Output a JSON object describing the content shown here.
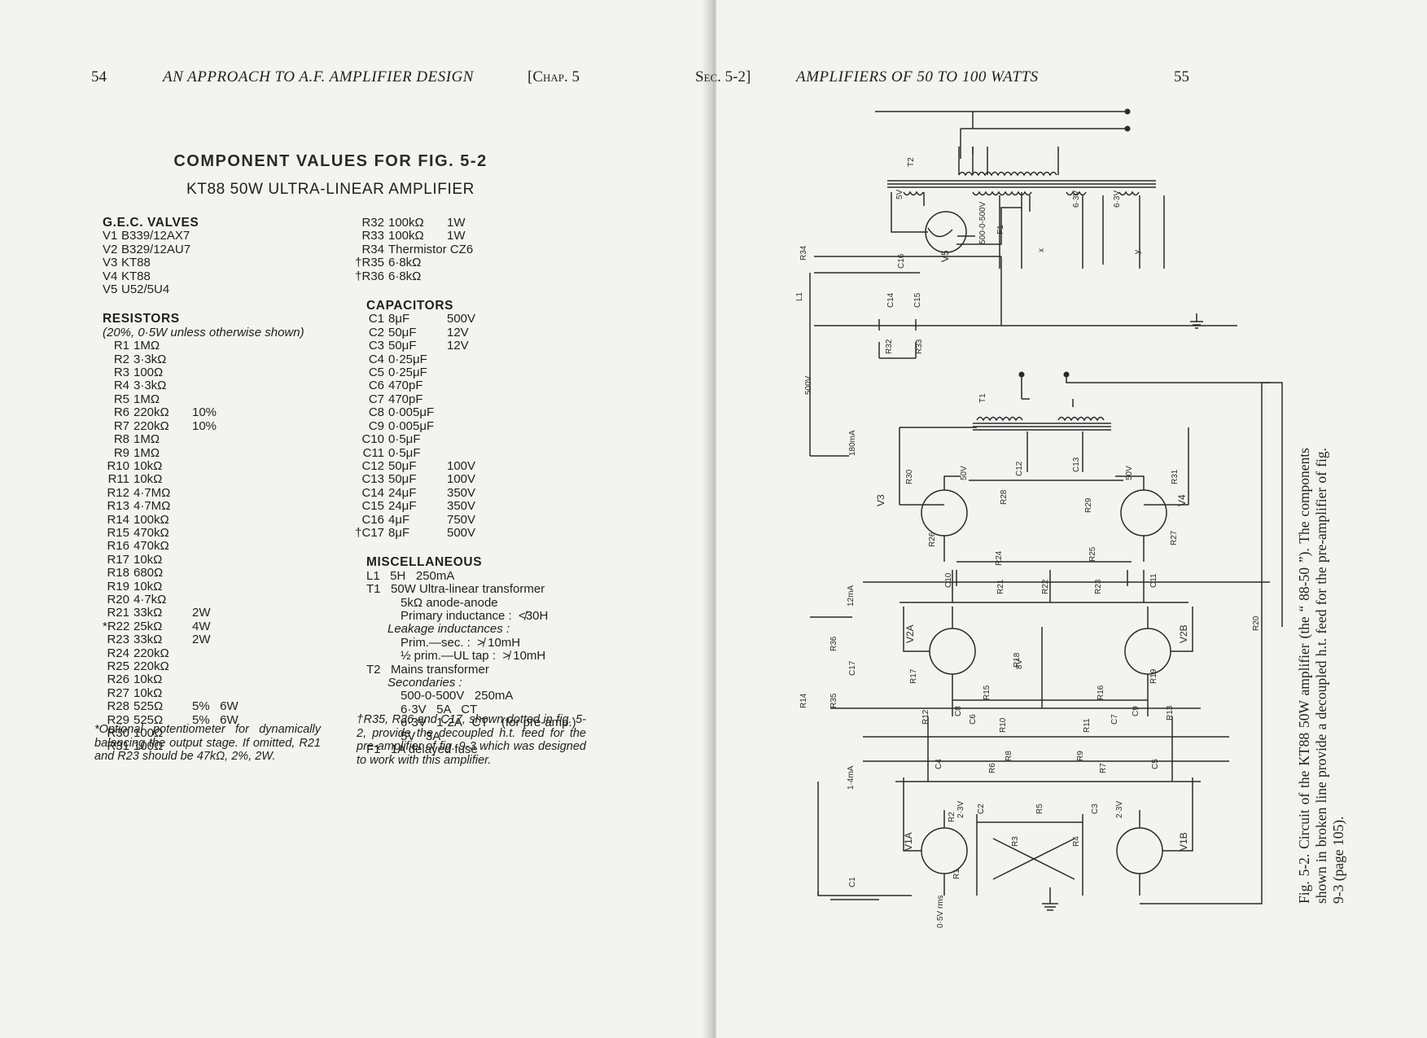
{
  "left_page": {
    "page_number": "54",
    "running_title": "AN APPROACH TO A.F. AMPLIFIER DESIGN",
    "chapter": "[Chap. 5",
    "title": "COMPONENT VALUES FOR FIG. 5-2",
    "subtitle": "KT88 50W ULTRA-LINEAR AMPLIFIER",
    "valves": {
      "heading": "G.E.C. VALVES",
      "items": [
        {
          "ref": "V1",
          "value": "B339/12AX7"
        },
        {
          "ref": "V2",
          "value": "B329/12AU7"
        },
        {
          "ref": "V3",
          "value": "KT88"
        },
        {
          "ref": "V4",
          "value": "KT88"
        },
        {
          "ref": "V5",
          "value": "U52/5U4"
        }
      ]
    },
    "resistors": {
      "heading": "RESISTORS",
      "note": "(20%, 0·5W unless otherwise shown)",
      "items": [
        {
          "ref": "R1",
          "value": "1MΩ",
          "tol": ""
        },
        {
          "ref": "R2",
          "value": "3·3kΩ",
          "tol": ""
        },
        {
          "ref": "R3",
          "value": "100Ω",
          "tol": ""
        },
        {
          "ref": "R4",
          "value": "3·3kΩ",
          "tol": ""
        },
        {
          "ref": "R5",
          "value": "1MΩ",
          "tol": ""
        },
        {
          "ref": "R6",
          "value": "220kΩ",
          "tol": "10%"
        },
        {
          "ref": "R7",
          "value": "220kΩ",
          "tol": "10%"
        },
        {
          "ref": "R8",
          "value": "1MΩ",
          "tol": ""
        },
        {
          "ref": "R9",
          "value": "1MΩ",
          "tol": ""
        },
        {
          "ref": "R10",
          "value": "10kΩ",
          "tol": ""
        },
        {
          "ref": "R11",
          "value": "10kΩ",
          "tol": ""
        },
        {
          "ref": "R12",
          "value": "4·7MΩ",
          "tol": ""
        },
        {
          "ref": "R13",
          "value": "4·7MΩ",
          "tol": ""
        },
        {
          "ref": "R14",
          "value": "100kΩ",
          "tol": ""
        },
        {
          "ref": "R15",
          "value": "470kΩ",
          "tol": ""
        },
        {
          "ref": "R16",
          "value": "470kΩ",
          "tol": ""
        },
        {
          "ref": "R17",
          "value": "10kΩ",
          "tol": ""
        },
        {
          "ref": "R18",
          "value": "680Ω",
          "tol": ""
        },
        {
          "ref": "R19",
          "value": "10kΩ",
          "tol": ""
        },
        {
          "ref": "R20",
          "value": "4·7kΩ",
          "tol": ""
        },
        {
          "ref": "R21",
          "value": "33kΩ",
          "tol": "2W"
        },
        {
          "ref": "*R22",
          "value": "25kΩ",
          "tol": "4W"
        },
        {
          "ref": "R23",
          "value": "33kΩ",
          "tol": "2W"
        },
        {
          "ref": "R24",
          "value": "220kΩ",
          "tol": ""
        },
        {
          "ref": "R25",
          "value": "220kΩ",
          "tol": ""
        },
        {
          "ref": "R26",
          "value": "10kΩ",
          "tol": ""
        },
        {
          "ref": "R27",
          "value": "10kΩ",
          "tol": ""
        },
        {
          "ref": "R28",
          "value": "525Ω",
          "tol": "5%   6W"
        },
        {
          "ref": "R29",
          "value": "525Ω",
          "tol": "5%   6W"
        },
        {
          "ref": "R30",
          "value": "100Ω",
          "tol": ""
        },
        {
          "ref": "R31",
          "value": "100Ω",
          "tol": ""
        }
      ]
    },
    "resistors_cont": [
      {
        "ref": "R32",
        "value": "100kΩ",
        "tol": "1W"
      },
      {
        "ref": "R33",
        "value": "100kΩ",
        "tol": "1W"
      },
      {
        "ref": "R34",
        "value": "Thermistor CZ6",
        "tol": ""
      },
      {
        "ref": "†R35",
        "value": "6·8kΩ",
        "tol": ""
      },
      {
        "ref": "†R36",
        "value": "6·8kΩ",
        "tol": ""
      }
    ],
    "capacitors": {
      "heading": "CAPACITORS",
      "items": [
        {
          "ref": "C1",
          "value": "8μF",
          "tol": "500V"
        },
        {
          "ref": "C2",
          "value": "50μF",
          "tol": "12V"
        },
        {
          "ref": "C3",
          "value": "50μF",
          "tol": "12V"
        },
        {
          "ref": "C4",
          "value": "0·25μF",
          "tol": ""
        },
        {
          "ref": "C5",
          "value": "0·25μF",
          "tol": ""
        },
        {
          "ref": "C6",
          "value": "470pF",
          "tol": ""
        },
        {
          "ref": "C7",
          "value": "470pF",
          "tol": ""
        },
        {
          "ref": "C8",
          "value": "0·005μF",
          "tol": ""
        },
        {
          "ref": "C9",
          "value": "0·005μF",
          "tol": ""
        },
        {
          "ref": "C10",
          "value": "0·5μF",
          "tol": ""
        },
        {
          "ref": "C11",
          "value": "0·5μF",
          "tol": ""
        },
        {
          "ref": "C12",
          "value": "50μF",
          "tol": "100V"
        },
        {
          "ref": "C13",
          "value": "50μF",
          "tol": "100V"
        },
        {
          "ref": "C14",
          "value": "24μF",
          "tol": "350V"
        },
        {
          "ref": "C15",
          "value": "24μF",
          "tol": "350V"
        },
        {
          "ref": "C16",
          "value": "4μF",
          "tol": "750V"
        },
        {
          "ref": "†C17",
          "value": "8μF",
          "tol": "500V"
        }
      ]
    },
    "misc": {
      "heading": "MISCELLANEOUS",
      "lines": [
        {
          "text": "L1   5H   250mA",
          "italic": false,
          "indent": 0
        },
        {
          "text": "T1   50W Ultra-linear transformer",
          "italic": false,
          "indent": 0
        },
        {
          "text": "5kΩ anode-anode",
          "italic": false,
          "indent": 2
        },
        {
          "text": "Primary inductance :  ≮30H",
          "italic": false,
          "indent": 2
        },
        {
          "text": "Leakage inductances :",
          "italic": true,
          "indent": 1
        },
        {
          "text": "Prim.—sec. :  ≯ 10mH",
          "italic": false,
          "indent": 2
        },
        {
          "text": "½ prim.—UL tap :  ≯ 10mH",
          "italic": false,
          "indent": 2
        },
        {
          "text": "T2   Mains transformer",
          "italic": false,
          "indent": 0
        },
        {
          "text": "Secondaries :",
          "italic": true,
          "indent": 1
        },
        {
          "text": "500-0-500V   250mA",
          "italic": false,
          "indent": 2
        },
        {
          "text": "6·3V   5A   CT",
          "italic": false,
          "indent": 2
        },
        {
          "text": "6·3V   1·2A   CT    (for pre-amp.)",
          "italic": false,
          "indent": 2
        },
        {
          "text": "5V   3A",
          "italic": false,
          "indent": 2
        },
        {
          "text": "F1   1A delayed fuse",
          "italic": false,
          "indent": 0
        }
      ]
    },
    "footnote_left": "*Optional potentiometer for dynamically balancing the output stage.  If omitted, R21 and R23 should be 47kΩ, 2%, 2W.",
    "footnote_right": "†R35, R36 and C17, shown dotted in fig. 5-2, provide the decoupled h.t. feed for the pre-amplifier of fig. 9-3 which was designed to work with this amplifier."
  },
  "right_page": {
    "section": "Sec. 5-2]",
    "running_title": "AMPLIFIERS OF 50 TO 100 WATTS",
    "page_number": "55",
    "caption": "Fig. 5-2.  Circuit of the KT88 50W amplifier (the “ 88-50 ”).  The components shown in broken line provide a decoupled h.t. feed for the pre-amplifier of fig. 9-3 (page 105).",
    "schematic_labels": {
      "T2": "T2",
      "T1": "T1",
      "L1": "L1",
      "F1": "F1",
      "V1A": "V1A",
      "V1B": "V1B",
      "V2A": "V2A",
      "V2B": "V2B",
      "V3": "V3",
      "V4": "V4",
      "V5": "V5",
      "hv": "500-0-500V",
      "v5": "5V",
      "v63a": "6·3V",
      "v63b": "6·3V",
      "v500": "500V",
      "i180": "180mA",
      "i12": "12mA",
      "i14": "1·4mA",
      "v50a": "50V",
      "v50b": "50V",
      "v8": "8V",
      "v23a": "2·3V",
      "v23b": "2·3V",
      "vin": "0·5V rms",
      "R34": "R34",
      "C16": "C16",
      "C14": "C14",
      "C15": "C15",
      "R32": "R32",
      "R33": "R33",
      "R30": "R30",
      "R31": "R31",
      "R28": "R28",
      "R29": "R29",
      "C12": "C12",
      "C13": "C13",
      "R26": "R26",
      "R27": "R27",
      "R24": "R24",
      "R25": "R25",
      "C10": "C10",
      "C11": "C11",
      "R21": "R21",
      "R22": "R22",
      "R23": "R23",
      "R20": "R20",
      "R36": "R36",
      "C17": "C17",
      "R35": "R35",
      "R14": "R14",
      "R17": "R17",
      "R18": "R18",
      "R19": "R19",
      "R15": "R15",
      "R16": "R16",
      "R12": "R12",
      "R13": "R13",
      "C8": "C8",
      "C9": "C9",
      "C6": "C6",
      "C7": "C7",
      "R10": "R10",
      "R11": "R11",
      "C4": "C4",
      "C5": "C5",
      "R8": "R8",
      "R9": "R9",
      "R6": "R6",
      "R7": "R7",
      "R5": "R5",
      "R2": "R2",
      "R3": "R3",
      "R4": "R4",
      "C2": "C2",
      "C3": "C3",
      "R1": "R1",
      "C1": "C1",
      "x": "x",
      "y": "y"
    }
  }
}
